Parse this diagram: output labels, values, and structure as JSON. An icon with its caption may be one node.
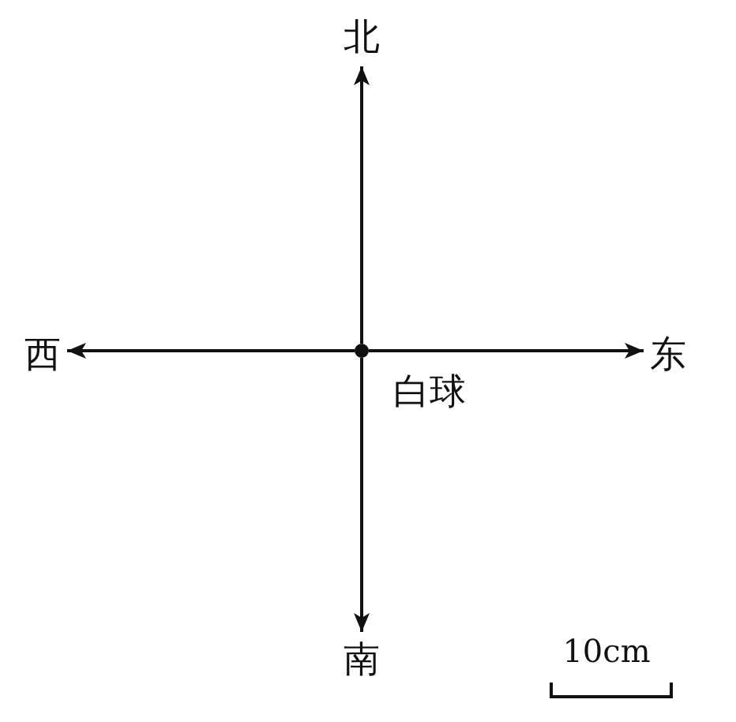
{
  "diagram": {
    "nodes": [
      {
        "text": [
          "北"
        ]
      },
      {
        "text": [
          "西"
        ]
      },
      {
        "text": [],
        "shape": "circle",
        "beside": [
          "白球"
        ]
      },
      {
        "text": [
          "东"
        ]
      },
      {
        "text": [
          "南"
        ]
      }
    ],
    "edges": [
      {
        "from": 2,
        "to": 0,
        "arrow": "to"
      },
      {
        "from": 2,
        "to": 1,
        "arrow": "to"
      },
      {
        "from": 2,
        "to": 3,
        "arrow": "to"
      },
      {
        "from": 2,
        "to": 4,
        "arrow": "to"
      }
    ],
    "labels": [
      "10cm"
    ]
  }
}
